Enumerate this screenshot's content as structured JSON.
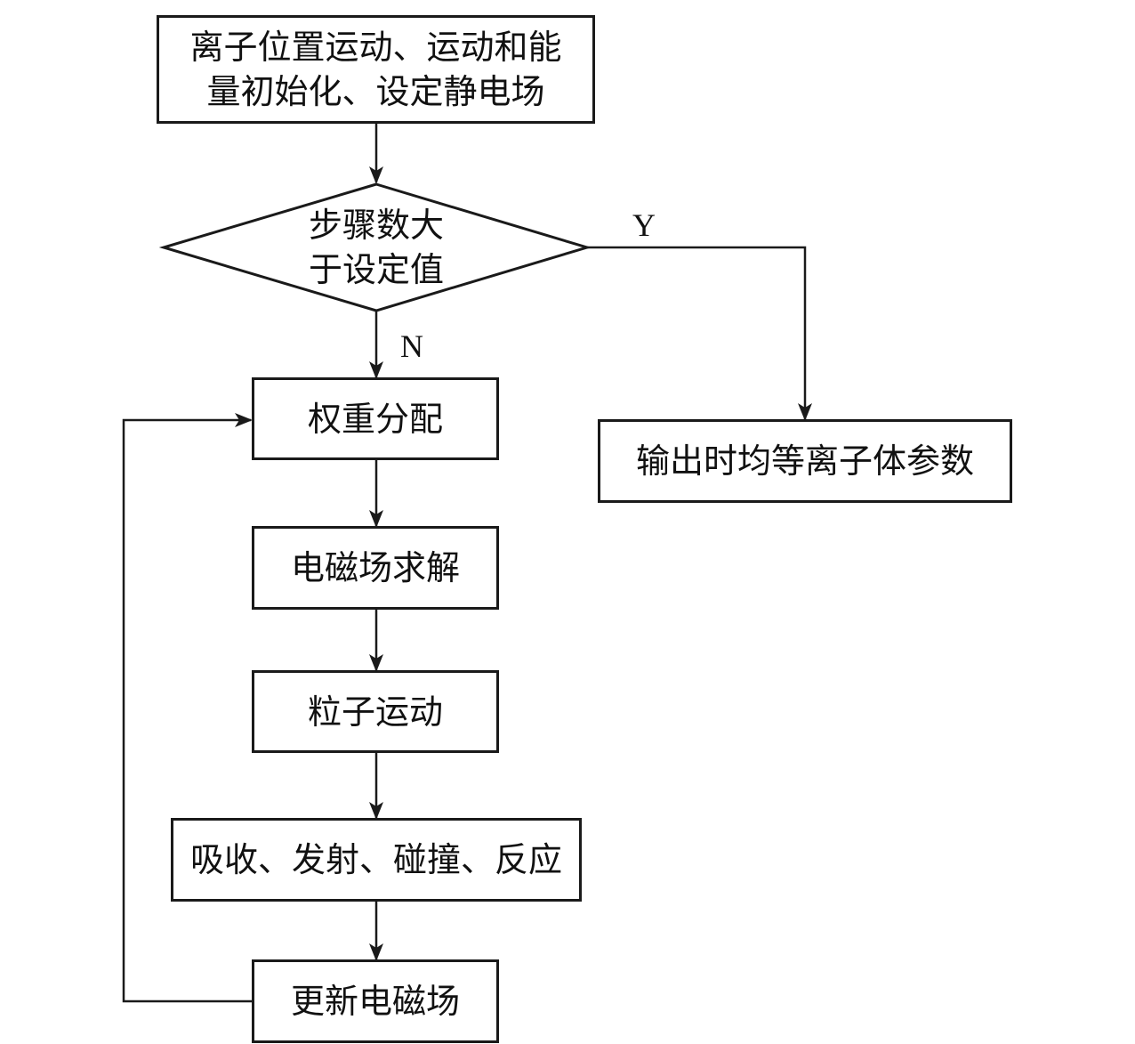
{
  "nodes": {
    "init": {
      "line1": "离子位置运动、运动和能",
      "line2": "量初始化、设定静电场"
    },
    "decision": {
      "line1": "步骤数大",
      "line2": "于设定值"
    },
    "weight": "权重分配",
    "em_solve": "电磁场求解",
    "particle": "粒子运动",
    "collisions": "吸收、发射、碰撞、反应",
    "update": "更新电磁场",
    "output": "输出时均等离子体参数"
  },
  "edges": {
    "yes_label": "Y",
    "no_label": "N"
  },
  "colors": {
    "stroke": "#1a1a1a",
    "background": "#ffffff"
  }
}
